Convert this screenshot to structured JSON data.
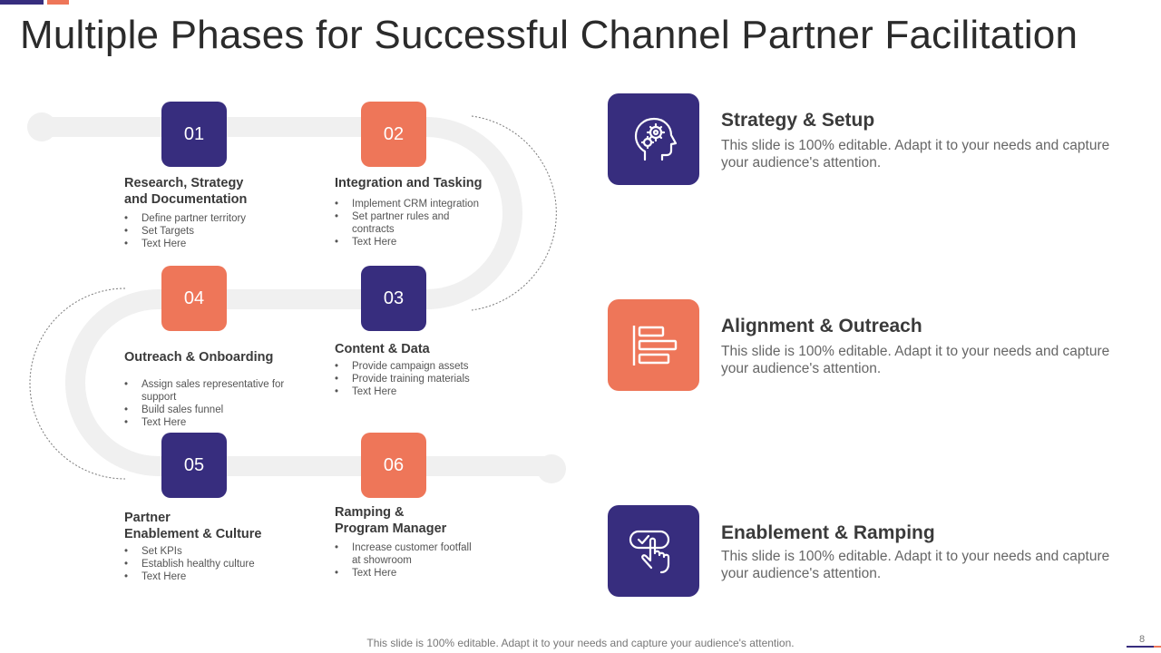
{
  "title": "Multiple Phases for Successful Channel Partner Facilitation",
  "colors": {
    "navy": "#372d7e",
    "orange": "#ee7659",
    "track": "#f0f0f0"
  },
  "phases": [
    {
      "number": "01",
      "heading_lines": [
        "Research, Strategy",
        "and Documentation"
      ],
      "bullets": [
        "Define partner territory",
        "Set Targets",
        "Text Here"
      ]
    },
    {
      "number": "02",
      "heading_lines": [
        "Integration and Tasking"
      ],
      "bullets": [
        "Implement CRM integration",
        "Set partner rules and contracts",
        "Text Here"
      ]
    },
    {
      "number": "03",
      "heading_lines": [
        "Content & Data"
      ],
      "bullets": [
        "Provide campaign assets",
        "Provide training materials",
        "Text Here"
      ]
    },
    {
      "number": "04",
      "heading_lines": [
        "Outreach & Onboarding"
      ],
      "bullets": [
        "Assign sales representative for support",
        "Build sales funnel",
        "Text Here"
      ]
    },
    {
      "number": "05",
      "heading_lines": [
        "Partner",
        "Enablement & Culture"
      ],
      "bullets": [
        "Set KPIs",
        "Establish healthy culture",
        "Text Here"
      ]
    },
    {
      "number": "06",
      "heading_lines": [
        "Ramping &",
        "Program Manager"
      ],
      "bullets": [
        "Increase customer footfall at showroom",
        "Text Here"
      ]
    }
  ],
  "steps": [
    {
      "title": "Strategy  & Setup",
      "description": "This slide is 100% editable. Adapt it to your needs and capture your audience's attention.",
      "icon": "head-gears-icon"
    },
    {
      "title": "Alignment & Outreach",
      "description": "This slide is 100% editable. Adapt it to your needs and capture your audience's attention.",
      "icon": "align-bars-icon"
    },
    {
      "title": "Enablement &  Ramping",
      "description": "This slide is 100% editable. Adapt it to your needs and capture your audience's attention.",
      "icon": "hand-touch-icon"
    }
  ],
  "footer": {
    "note": "This slide is 100% editable. Adapt it to your needs and capture your audience's attention.",
    "page_number": "8"
  }
}
